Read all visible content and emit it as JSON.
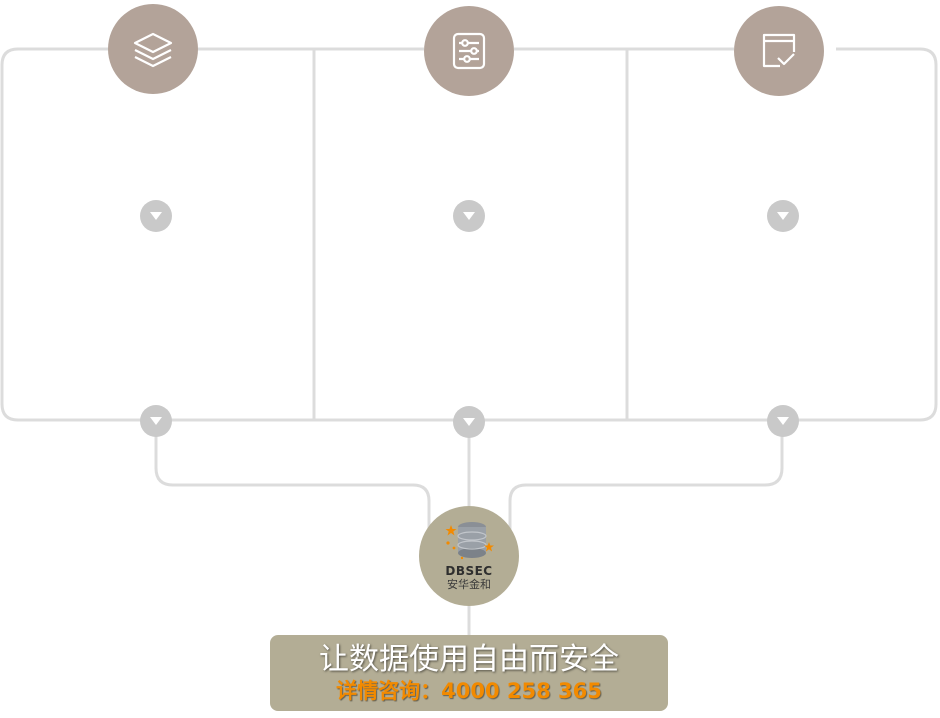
{
  "diagram": {
    "top_nodes": [
      {
        "icon": "layers-icon"
      },
      {
        "icon": "sliders-icon"
      },
      {
        "icon": "browser-check-icon"
      }
    ],
    "center_logo": {
      "name": "DBSEC",
      "sub": "安华金和",
      "icon": "database-stars-icon"
    },
    "banner": {
      "slogan": "让数据使用自由而安全",
      "contact": "详情咨询：4000 258 365"
    },
    "colors": {
      "node_fill": "#b3a399",
      "chevron_fill": "#c9c9c9",
      "line_color": "#dcdcdc",
      "banner_fill": "#b3ad95",
      "contact_text": "#f28a00"
    }
  }
}
